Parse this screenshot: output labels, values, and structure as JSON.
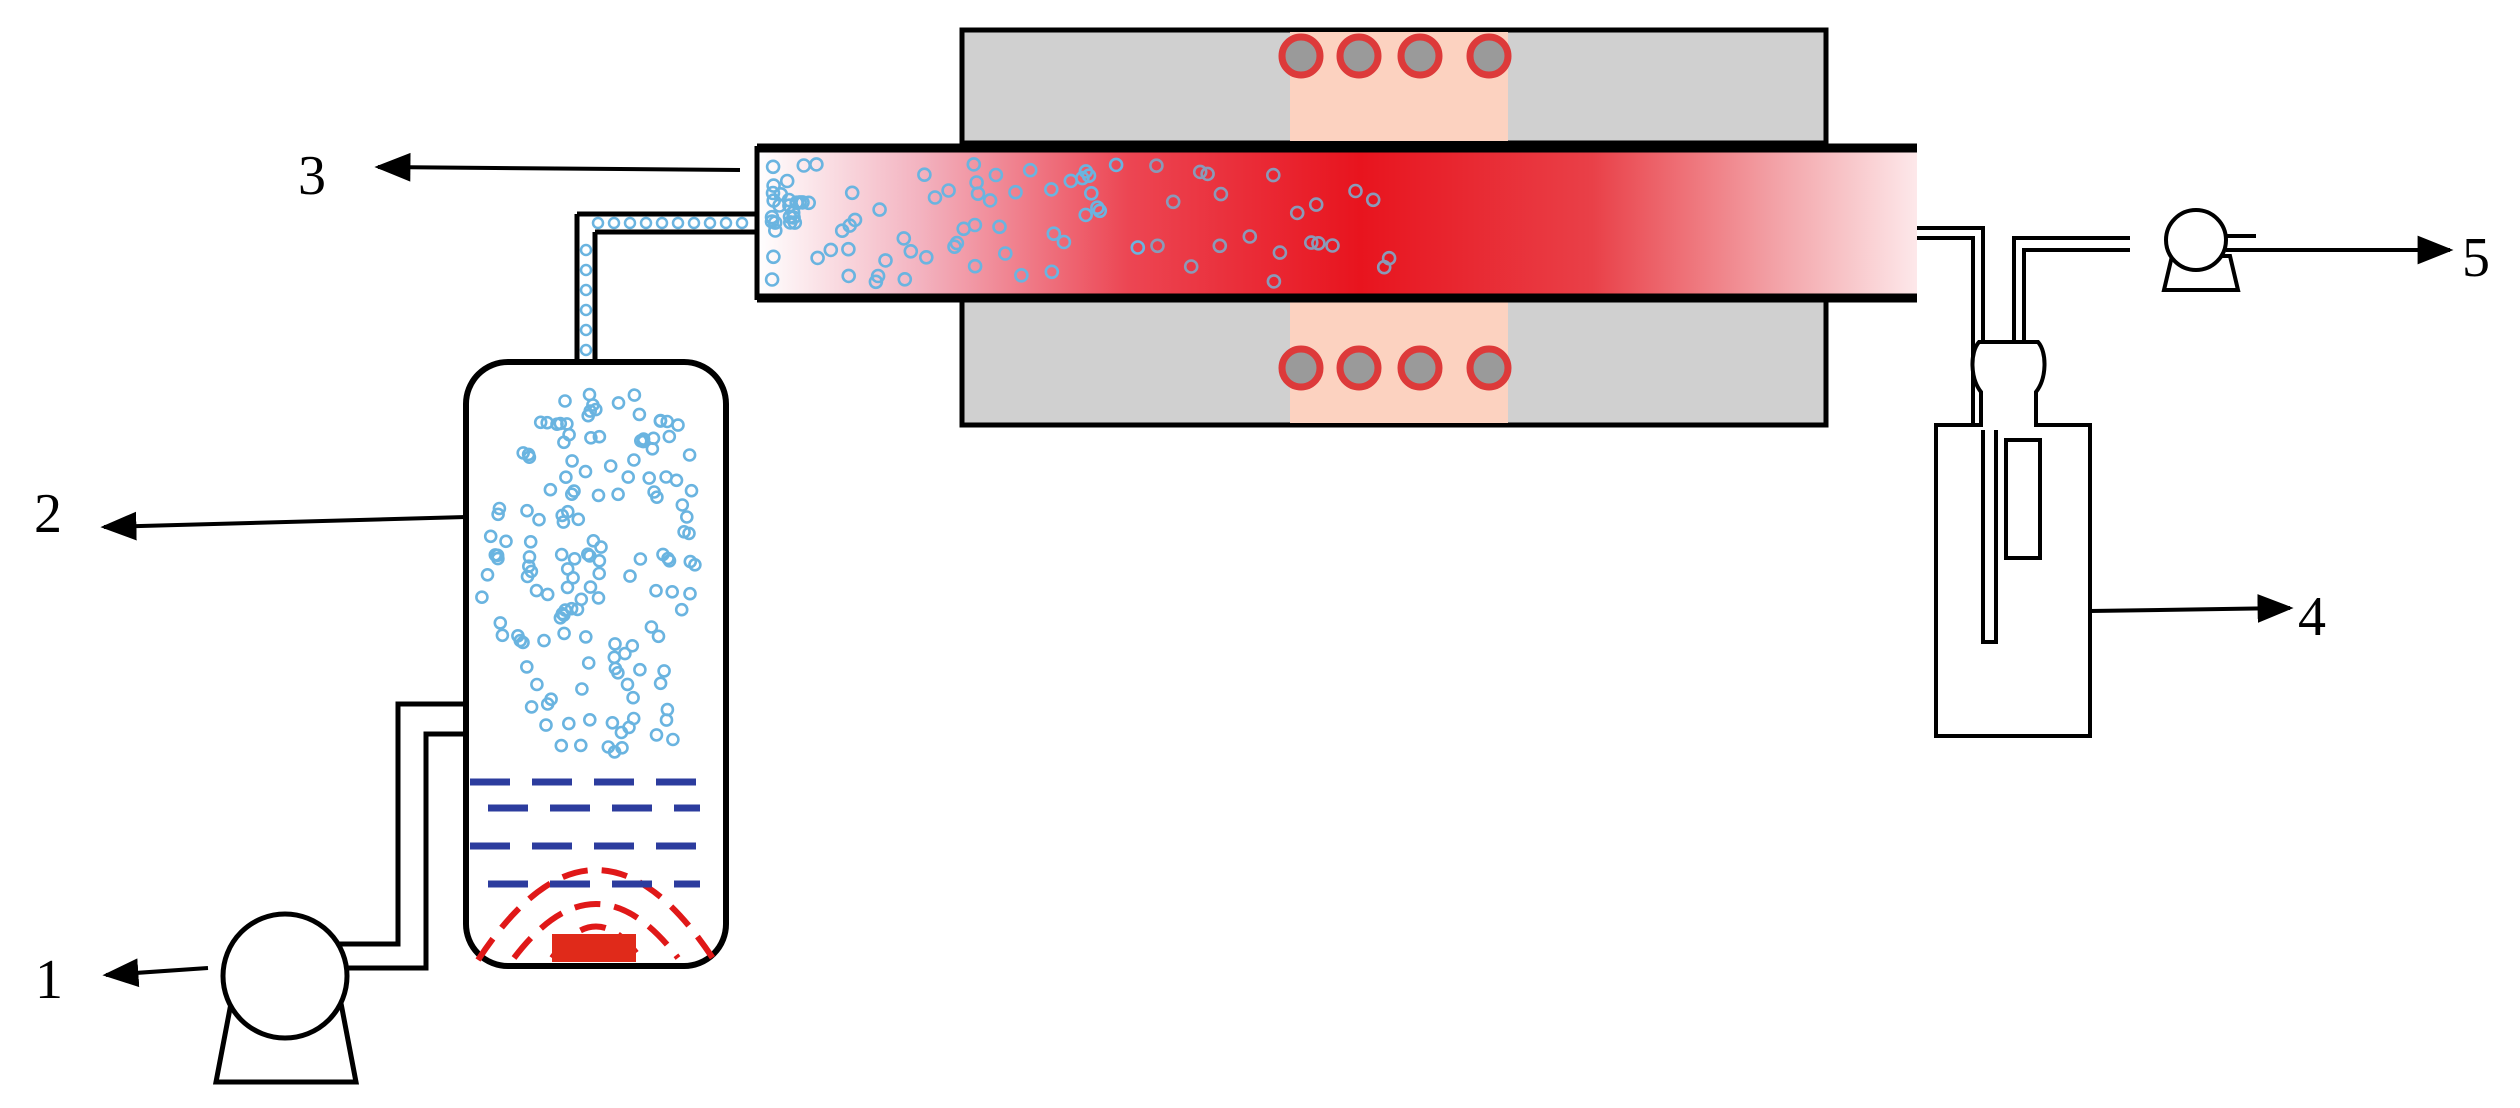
{
  "callouts": [
    {
      "id": "1",
      "text": "1"
    },
    {
      "id": "2",
      "text": "2"
    },
    {
      "id": "3",
      "text": "3"
    },
    {
      "id": "4",
      "text": "4"
    },
    {
      "id": "5",
      "text": "5"
    }
  ],
  "colors": {
    "outline": "#000000",
    "furnace_body": "#d0d0d0",
    "heating_zone": "#fcd2c0",
    "coil_fill": "#9a9a9a",
    "coil_ring": "#dd3a3a",
    "tube_hot": "#e8141e",
    "bubble": "#6ab4e0",
    "liquid_dash": "#2c3c9e",
    "wave_dash": "#e01818",
    "heater_block": "#e02a1a"
  },
  "icons": [
    "pump-icon",
    "pump-icon",
    "bubbler-vessel",
    "tube-furnace",
    "absorption-bottle"
  ]
}
